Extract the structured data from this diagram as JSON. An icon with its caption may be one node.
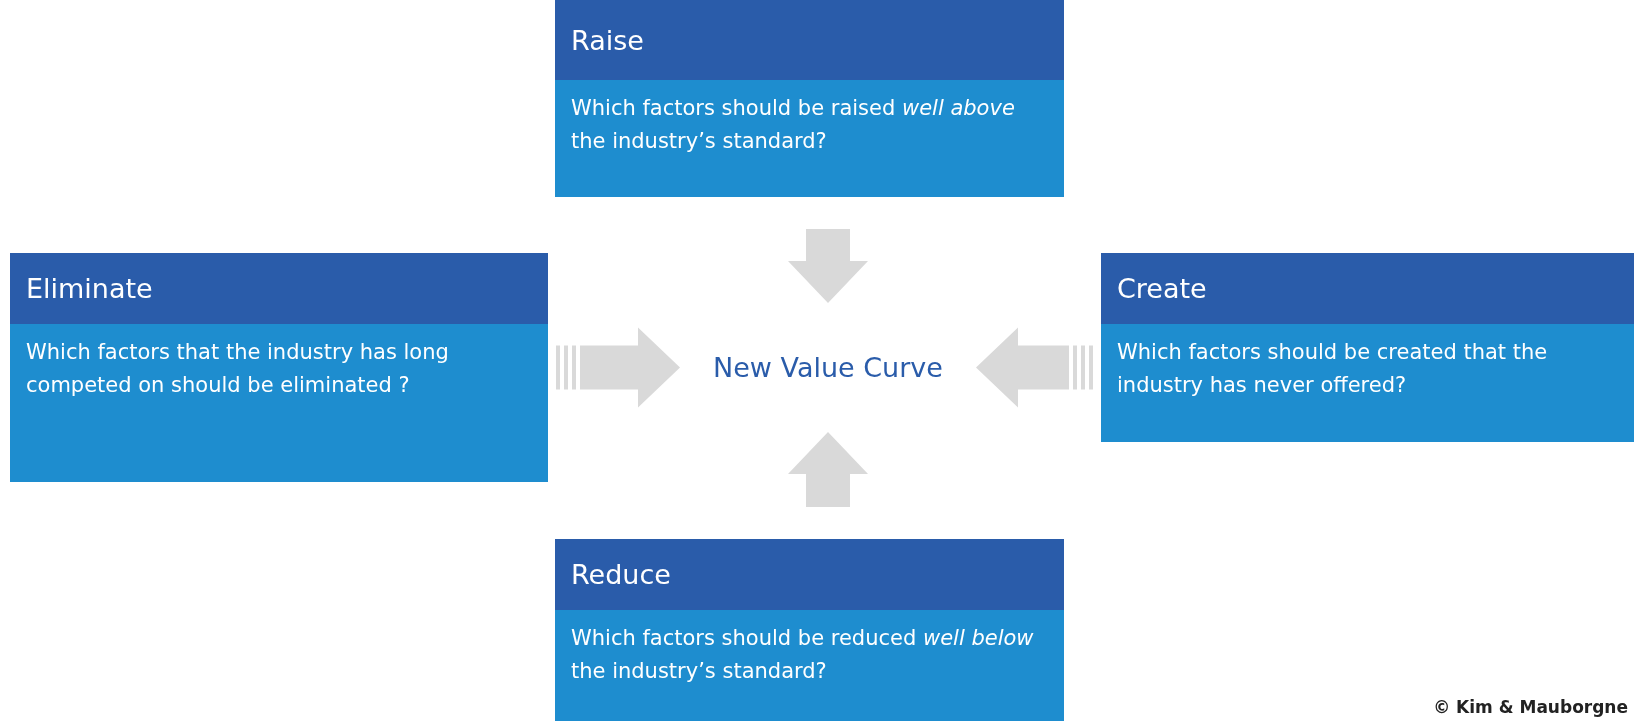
{
  "diagram": {
    "nodes": [
      {
        "text": [
          "Raise",
          "Which factors should be raised *well above* the industry’s standard?"
        ]
      },
      {
        "text": [
          "Eliminate",
          "Which factors that the industry has long competed on should be eliminated ?"
        ]
      },
      {
        "text": [
          "New Value Curve"
        ]
      },
      {
        "text": [
          "Create",
          "Which factors should be created that the industry has never offered?"
        ]
      },
      {
        "text": [
          "Reduce",
          "Which factors should be reduced *well below* the industry’s standard?"
        ]
      }
    ],
    "edges": [
      {
        "from": 0,
        "to": 2,
        "arrow": "to"
      },
      {
        "from": 1,
        "to": 2,
        "arrow": "to"
      },
      {
        "from": 3,
        "to": 2,
        "arrow": "to"
      },
      {
        "from": 4,
        "to": 2,
        "arrow": "to"
      }
    ],
    "labels": [
      "© Kim & Mauborgne"
    ]
  }
}
